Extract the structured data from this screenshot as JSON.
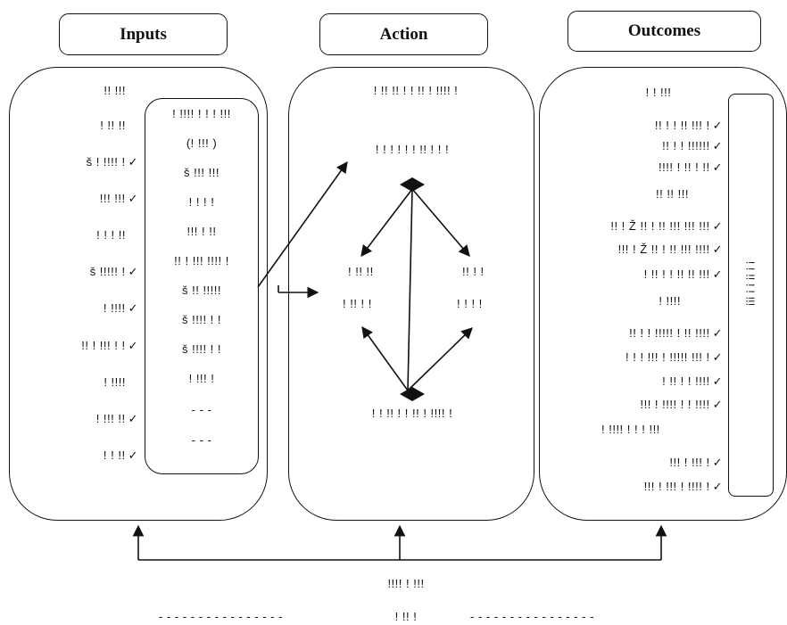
{
  "headers": {
    "inputs": "Inputs",
    "action": "Action",
    "outcomes": "Outcomes"
  },
  "inputs": {
    "items": [
      {
        "text": "!! !!!",
        "check": false
      },
      {
        "text": "! !! !!",
        "check": false
      },
      {
        "text": "š ! !!!! !",
        "check": true
      },
      {
        "text": "!!! !!!",
        "check": true
      },
      {
        "text": "! ! ! !!",
        "check": false
      },
      {
        "text": "š !!!!! !",
        "check": true
      },
      {
        "text": "! !!!!",
        "check": true
      },
      {
        "text": "!! ! !!! ! !",
        "check": true
      },
      {
        "text": "! !!!!",
        "check": false
      },
      {
        "text": "! !!! !!",
        "check": true
      },
      {
        "text": "! ! !!",
        "check": true
      }
    ],
    "sub_items": [
      "! !!!! ! ! ! !!!",
      "(! !!! )",
      "š !!! !!!",
      "! ! ! !",
      "!!! ! !!",
      "!! ! !!! !!!! !",
      "š !! !!!!!",
      "š !!!! ! !",
      "š !!!! ! !",
      "! !!! !",
      "- - -",
      "- - -"
    ]
  },
  "action": {
    "top": "! !! !! ! ! !! ! !!!! !",
    "mid": "! ! ! ! ! ! !! ! ! !",
    "left1": "! !! !!",
    "left2": "! !! ! !",
    "right1": "!! ! !",
    "right2": "! ! ! !",
    "bottom": "! ! !! ! ! !! ! !!!! !"
  },
  "outcomes": {
    "title": "! ! !!!",
    "items": [
      {
        "text": "!! ! ! !! !!! !",
        "check": true
      },
      {
        "text": "!! ! ! !!!!!!",
        "check": true
      },
      {
        "text": "!!!! ! !! ! !!",
        "check": true
      },
      {
        "text": "!! !! !!!",
        "check": false
      },
      {
        "text": "!! ! Ž !! ! !! !!! !!! !!!",
        "check": true
      },
      {
        "text": "!!! ! Ž !! ! !! !!! !!!!",
        "check": true
      },
      {
        "text": "! !! ! ! !! !! !!!",
        "check": true
      },
      {
        "text": "! !!!!",
        "check": false
      },
      {
        "text": "!! ! ! !!!!! ! !! !!!!",
        "check": true
      },
      {
        "text": "! ! ! !!! ! !!!!! !!! !",
        "check": true
      },
      {
        "text": "! !! ! ! !!!!",
        "check": true
      },
      {
        "text": "!!! ! !!!! ! ! !!!!",
        "check": true
      },
      {
        "text": "! !!!! ! ! ! !!!",
        "check": false
      },
      {
        "text": "!!! ! !!! !",
        "check": true
      },
      {
        "text": "!!! ! !!! ! !!!! !",
        "check": true
      }
    ],
    "vertical_label": "! ! !! ! ! !!!"
  },
  "footer": {
    "line1": "!!!! ! !!!",
    "line2": "! !! !",
    "dashes": "- - - - - - - - - - - - - - - -"
  },
  "check_symbol": "✓"
}
